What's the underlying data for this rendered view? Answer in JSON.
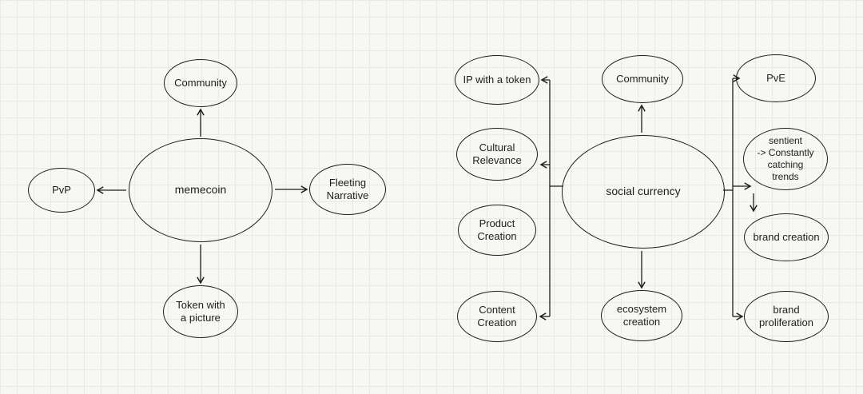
{
  "canvas": {
    "background": "#f7f7f4",
    "grid_color": "#e9e9e5",
    "stroke_color": "#1e1e1e"
  },
  "diagrams": {
    "memecoin": {
      "center": {
        "label": "memecoin"
      },
      "top": {
        "label": "Community"
      },
      "left": {
        "label": "PvP"
      },
      "right": {
        "label": "Fleeting\nNarrative"
      },
      "bottom": {
        "label": "Token with\na picture"
      }
    },
    "social_currency": {
      "center": {
        "label": "social currency"
      },
      "top": {
        "label": "Community"
      },
      "bottom": {
        "label": "ecosystem\ncreation"
      },
      "left_column": [
        {
          "label": "IP with a token"
        },
        {
          "label": "Cultural\nRelevance"
        },
        {
          "label": "Product\nCreation"
        },
        {
          "label": "Content\nCreation"
        }
      ],
      "right_column": [
        {
          "label": "PvE"
        },
        {
          "label": "sentient\n-> Constantly\ncatching\ntrends"
        },
        {
          "label": "brand creation"
        },
        {
          "label": "brand\nproliferation"
        }
      ]
    }
  }
}
